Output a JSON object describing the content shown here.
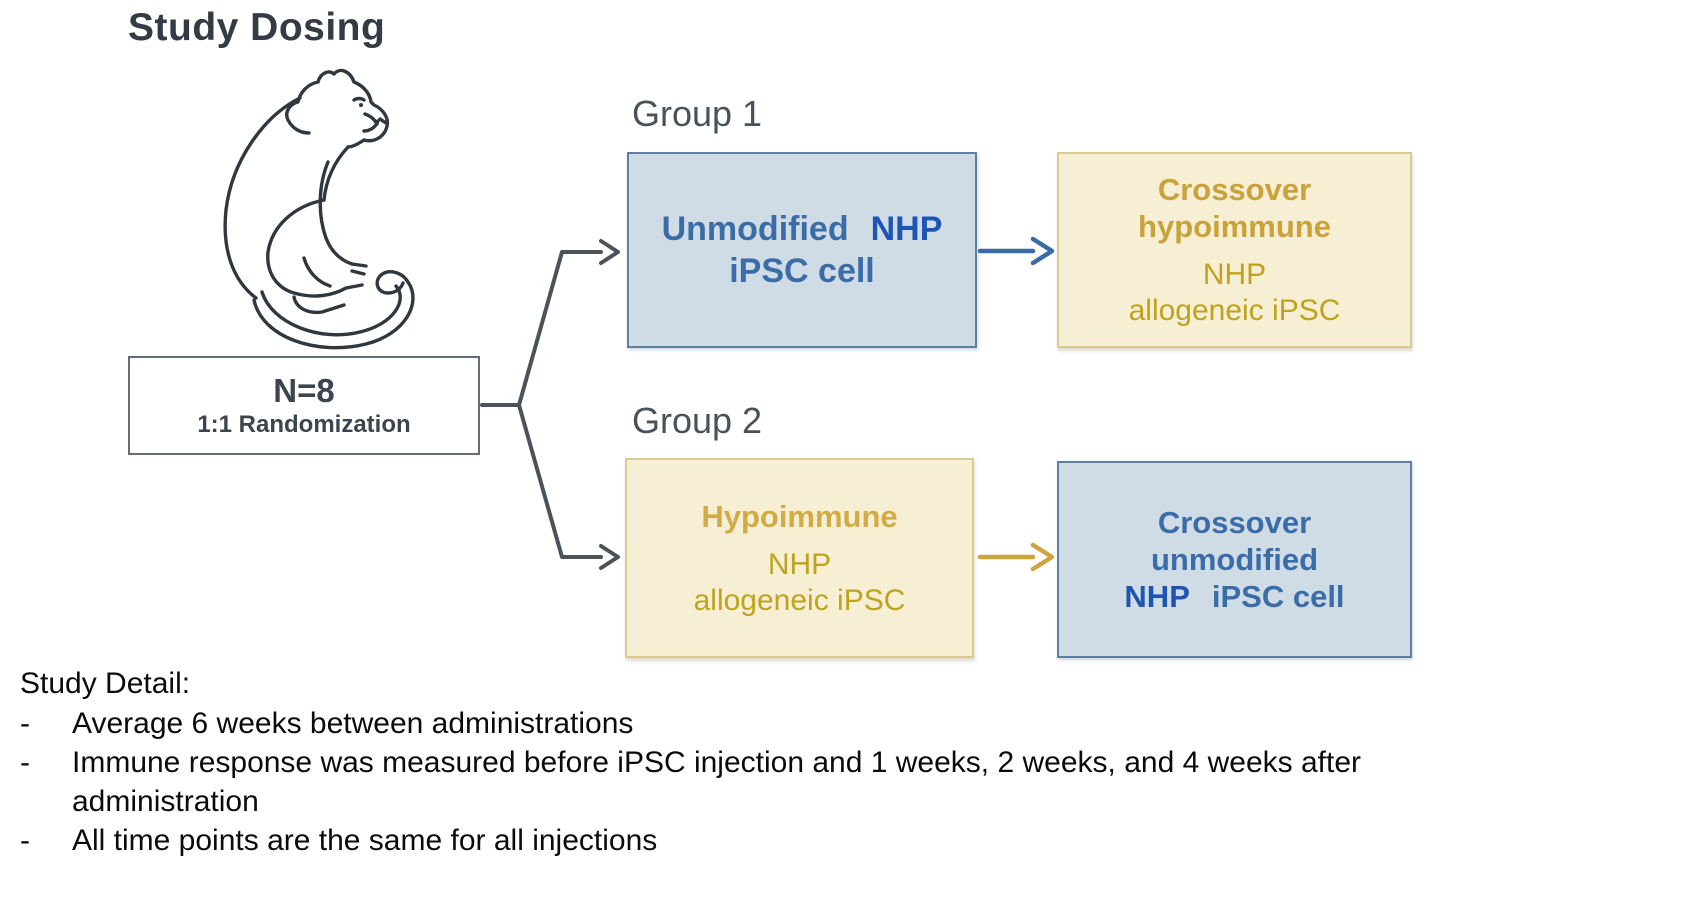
{
  "title": "Study Dosing",
  "monkey_icon": "macaque-line-drawing",
  "randomization": {
    "n": "N=8",
    "label": "1:1 Randomization"
  },
  "group1": {
    "label": "Group 1",
    "box": {
      "word1": "Unmodified",
      "word2": "NHP",
      "line2": "iPSC cell"
    },
    "crossover": {
      "title1": "Crossover",
      "title2": "hypoimmune",
      "sub1": "NHP",
      "sub2": "allogeneic iPSC"
    }
  },
  "group2": {
    "label": "Group 2",
    "box": {
      "title": "Hypoimmune",
      "sub1": "NHP",
      "sub2": "allogeneic iPSC"
    },
    "crossover": {
      "title1": "Crossover",
      "title2": "unmodified",
      "word1": "NHP",
      "word2": "iPSC cell"
    }
  },
  "study_detail": {
    "heading": "Study Detail:",
    "bullet_marker": "-",
    "bullets": [
      "Average 6 weeks between administrations",
      "Immune response was measured before iPSC injection and 1 weeks, 2 weeks, and 4 weeks after administration",
      "All time points are the same for all injections"
    ]
  },
  "colors": {
    "dark_line": "#4a525a",
    "steel_blue_text": "#3a6da8",
    "royal_blue_text": "#1d55b4",
    "gold_text": "#c9a23a",
    "blue_box_bg": "#cfdbe5",
    "blue_box_border": "#5e7f9f",
    "yellow_box_bg": "#f6efd4",
    "yellow_box_border": "#dcc893",
    "blue_arrow": "#3a6ba6",
    "gold_arrow": "#cfa440"
  }
}
